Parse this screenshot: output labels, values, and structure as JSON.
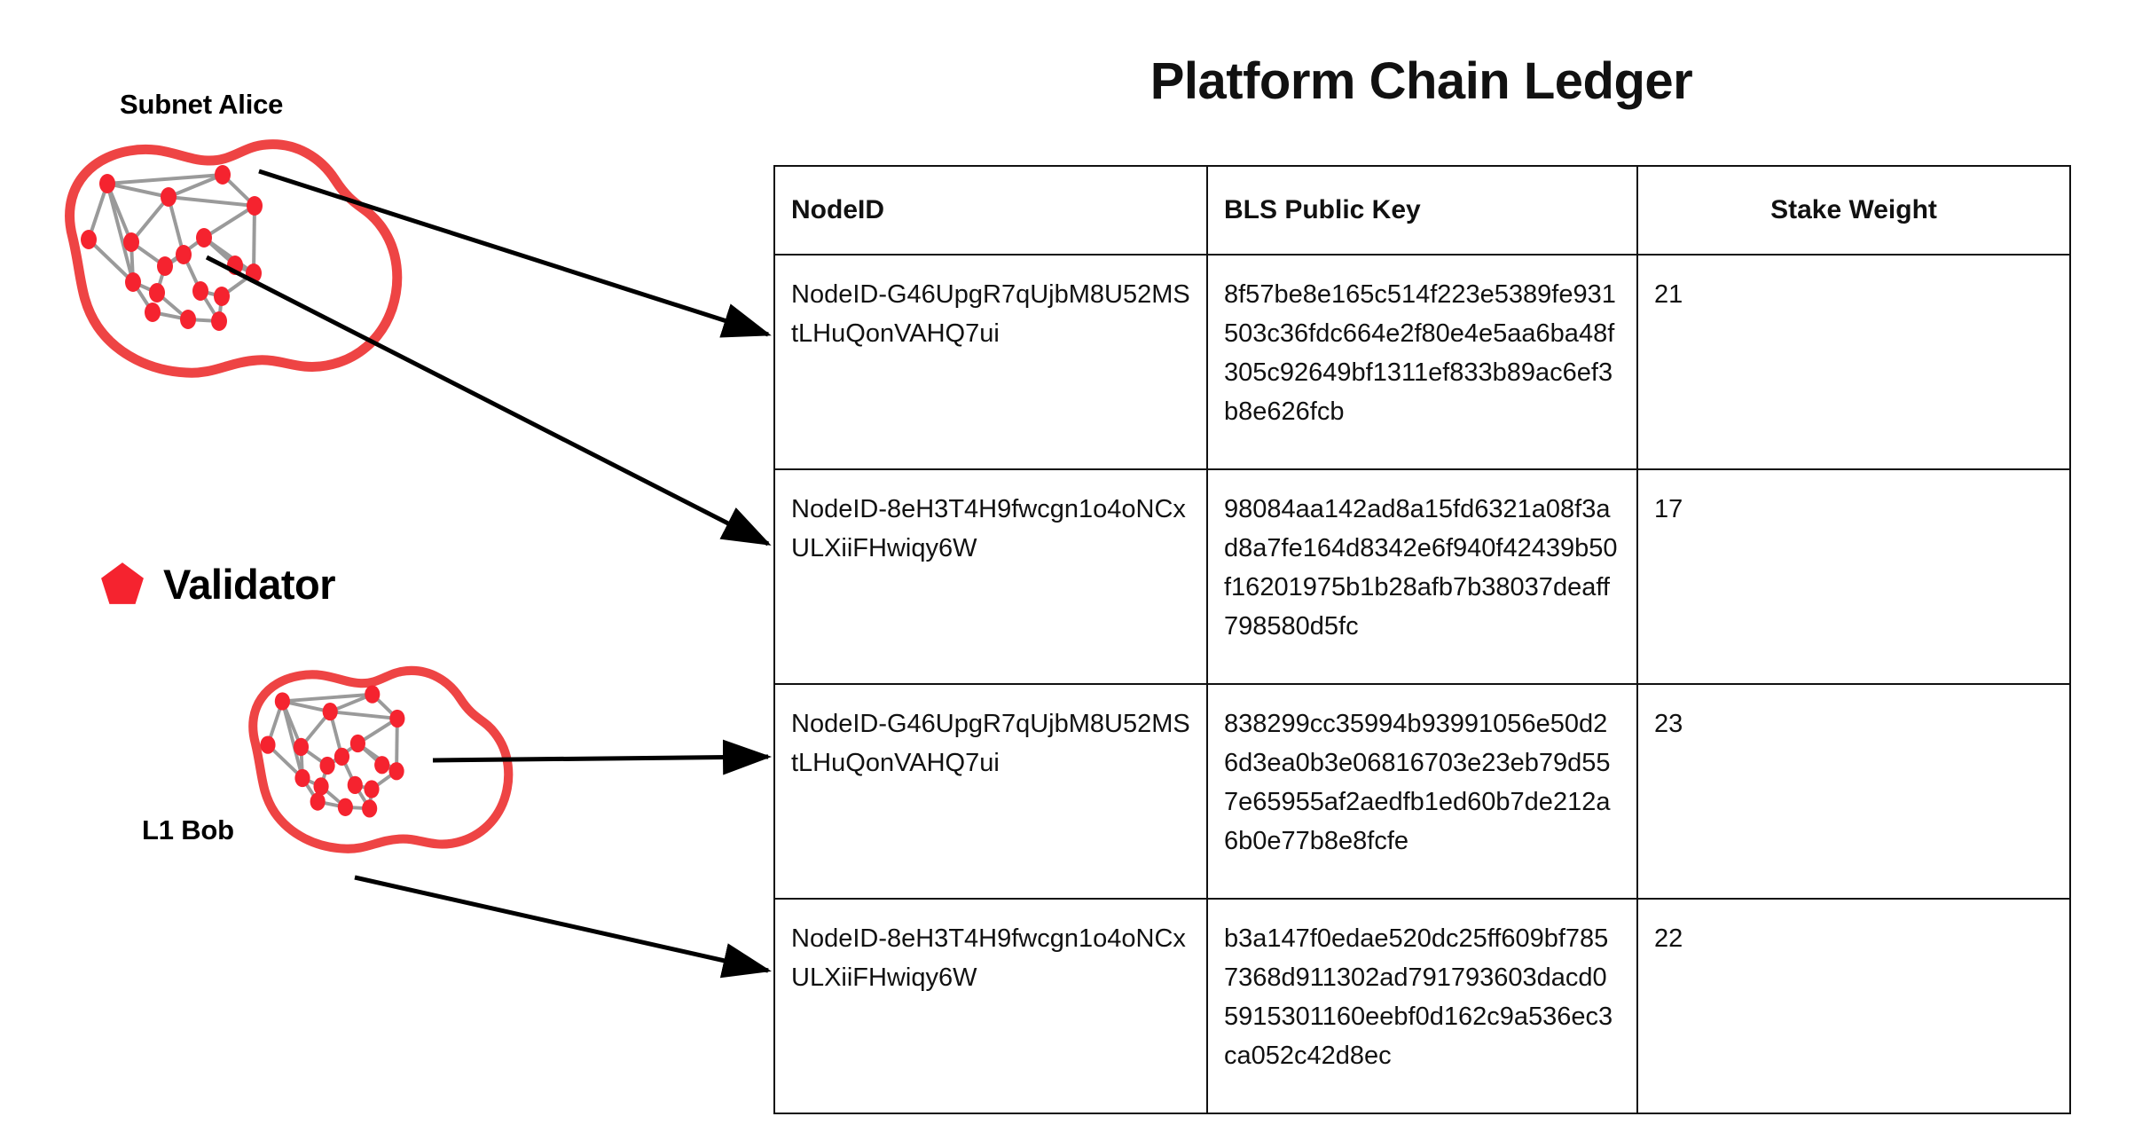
{
  "diagram": {
    "subnet_label": "Subnet Alice",
    "l1_label": "L1 Bob",
    "legend": {
      "icon": "pentagon-icon",
      "label": "Validator"
    },
    "colors": {
      "validator_red": "#F5232F",
      "blob_outline": "#EE4444",
      "edge_gray": "#9a9a9a",
      "arrow_black": "#000000",
      "table_border": "#111111",
      "text": "#111111"
    }
  },
  "ledger": {
    "title": "Platform Chain Ledger",
    "columns": [
      "NodeID",
      "BLS Public Key",
      "Stake Weight"
    ],
    "rows": [
      {
        "node_id": "NodeID-G46UpgR7qUjbM8U52MStLHuQonVAHQ7ui",
        "bls_public_key": "8f57be8e165c514f223e5389fe931503c36fdc664e2f80e4e5aa6ba48f305c92649bf1311ef833b89ac6ef3b8e626fcb",
        "stake_weight": "21"
      },
      {
        "node_id": "NodeID-8eH3T4H9fwcgn1o4oNCxULXiiFHwiqy6W",
        "bls_public_key": "98084aa142ad8a15fd6321a08f3ad8a7fe164d8342e6f940f42439b50f16201975b1b28afb7b38037deaff798580d5fc",
        "stake_weight": "17"
      },
      {
        "node_id": "NodeID-G46UpgR7qUjbM8U52MStLHuQonVAHQ7ui",
        "bls_public_key": "838299cc35994b93991056e50d26d3ea0b3e06816703e23eb79d557e65955af2aedfb1ed60b7de212a6b0e77b8e8fcfe",
        "stake_weight": "23"
      },
      {
        "node_id": "NodeID-8eH3T4H9fwcgn1o4oNCxULXiiFHwiqy6W",
        "bls_public_key": "b3a147f0edae520dc25ff609bf7857368d911302ad791793603dacd05915301160eebf0d162c9a536ec3ca052c42d8ec",
        "stake_weight": "22"
      }
    ]
  }
}
